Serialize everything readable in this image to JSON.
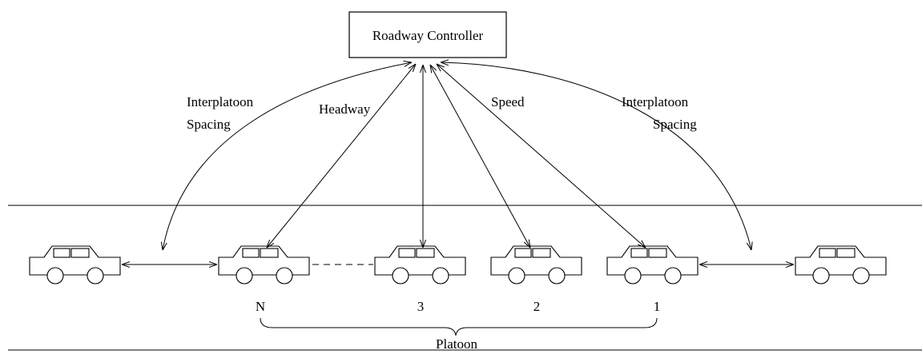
{
  "diagram": {
    "controller_label": "Roadway Controller",
    "labels": {
      "left_spacing_line1": "Interplatoon",
      "left_spacing_line2": "Spacing",
      "headway": "Headway",
      "speed": "Speed",
      "right_spacing_line1": "Interplatoon",
      "right_spacing_line2": "Spacing",
      "platoon": "Platoon"
    },
    "car_numbers": {
      "n": "N",
      "three": "3",
      "two": "2",
      "one": "1"
    }
  }
}
